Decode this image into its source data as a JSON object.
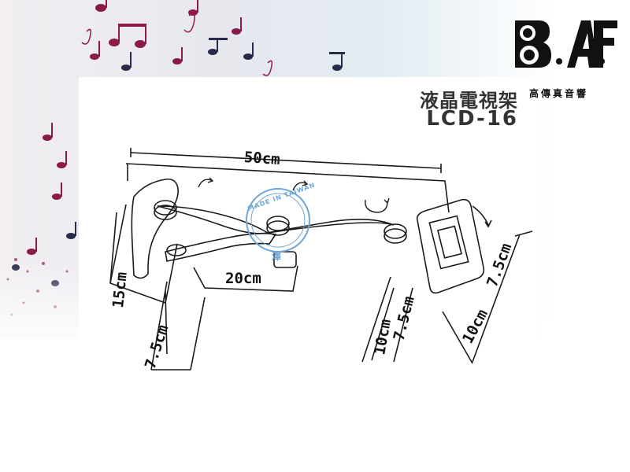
{
  "header": {
    "title": "液晶電視架",
    "model": "LCD-16"
  },
  "brand": {
    "name": "B.A.F",
    "subtitle": "高傳真音響"
  },
  "diagram": {
    "dimensions": {
      "overall_width": "50cm",
      "arm_length": "20cm",
      "left_height": "15cm",
      "left_depth": "7.5cm",
      "right_height_outer": "10cm",
      "right_height_inner": "7.5cm",
      "right_width_bottom": "10cm",
      "right_width_side": "7.5cm"
    },
    "watermark": {
      "text": "MADE IN TAIWAN",
      "mark": "澤"
    }
  },
  "colors": {
    "notes": "#8b1a4a",
    "notes_alt": "#2a2a4a",
    "line": "#1a1a1a",
    "stamp": "#6fa6d6"
  }
}
